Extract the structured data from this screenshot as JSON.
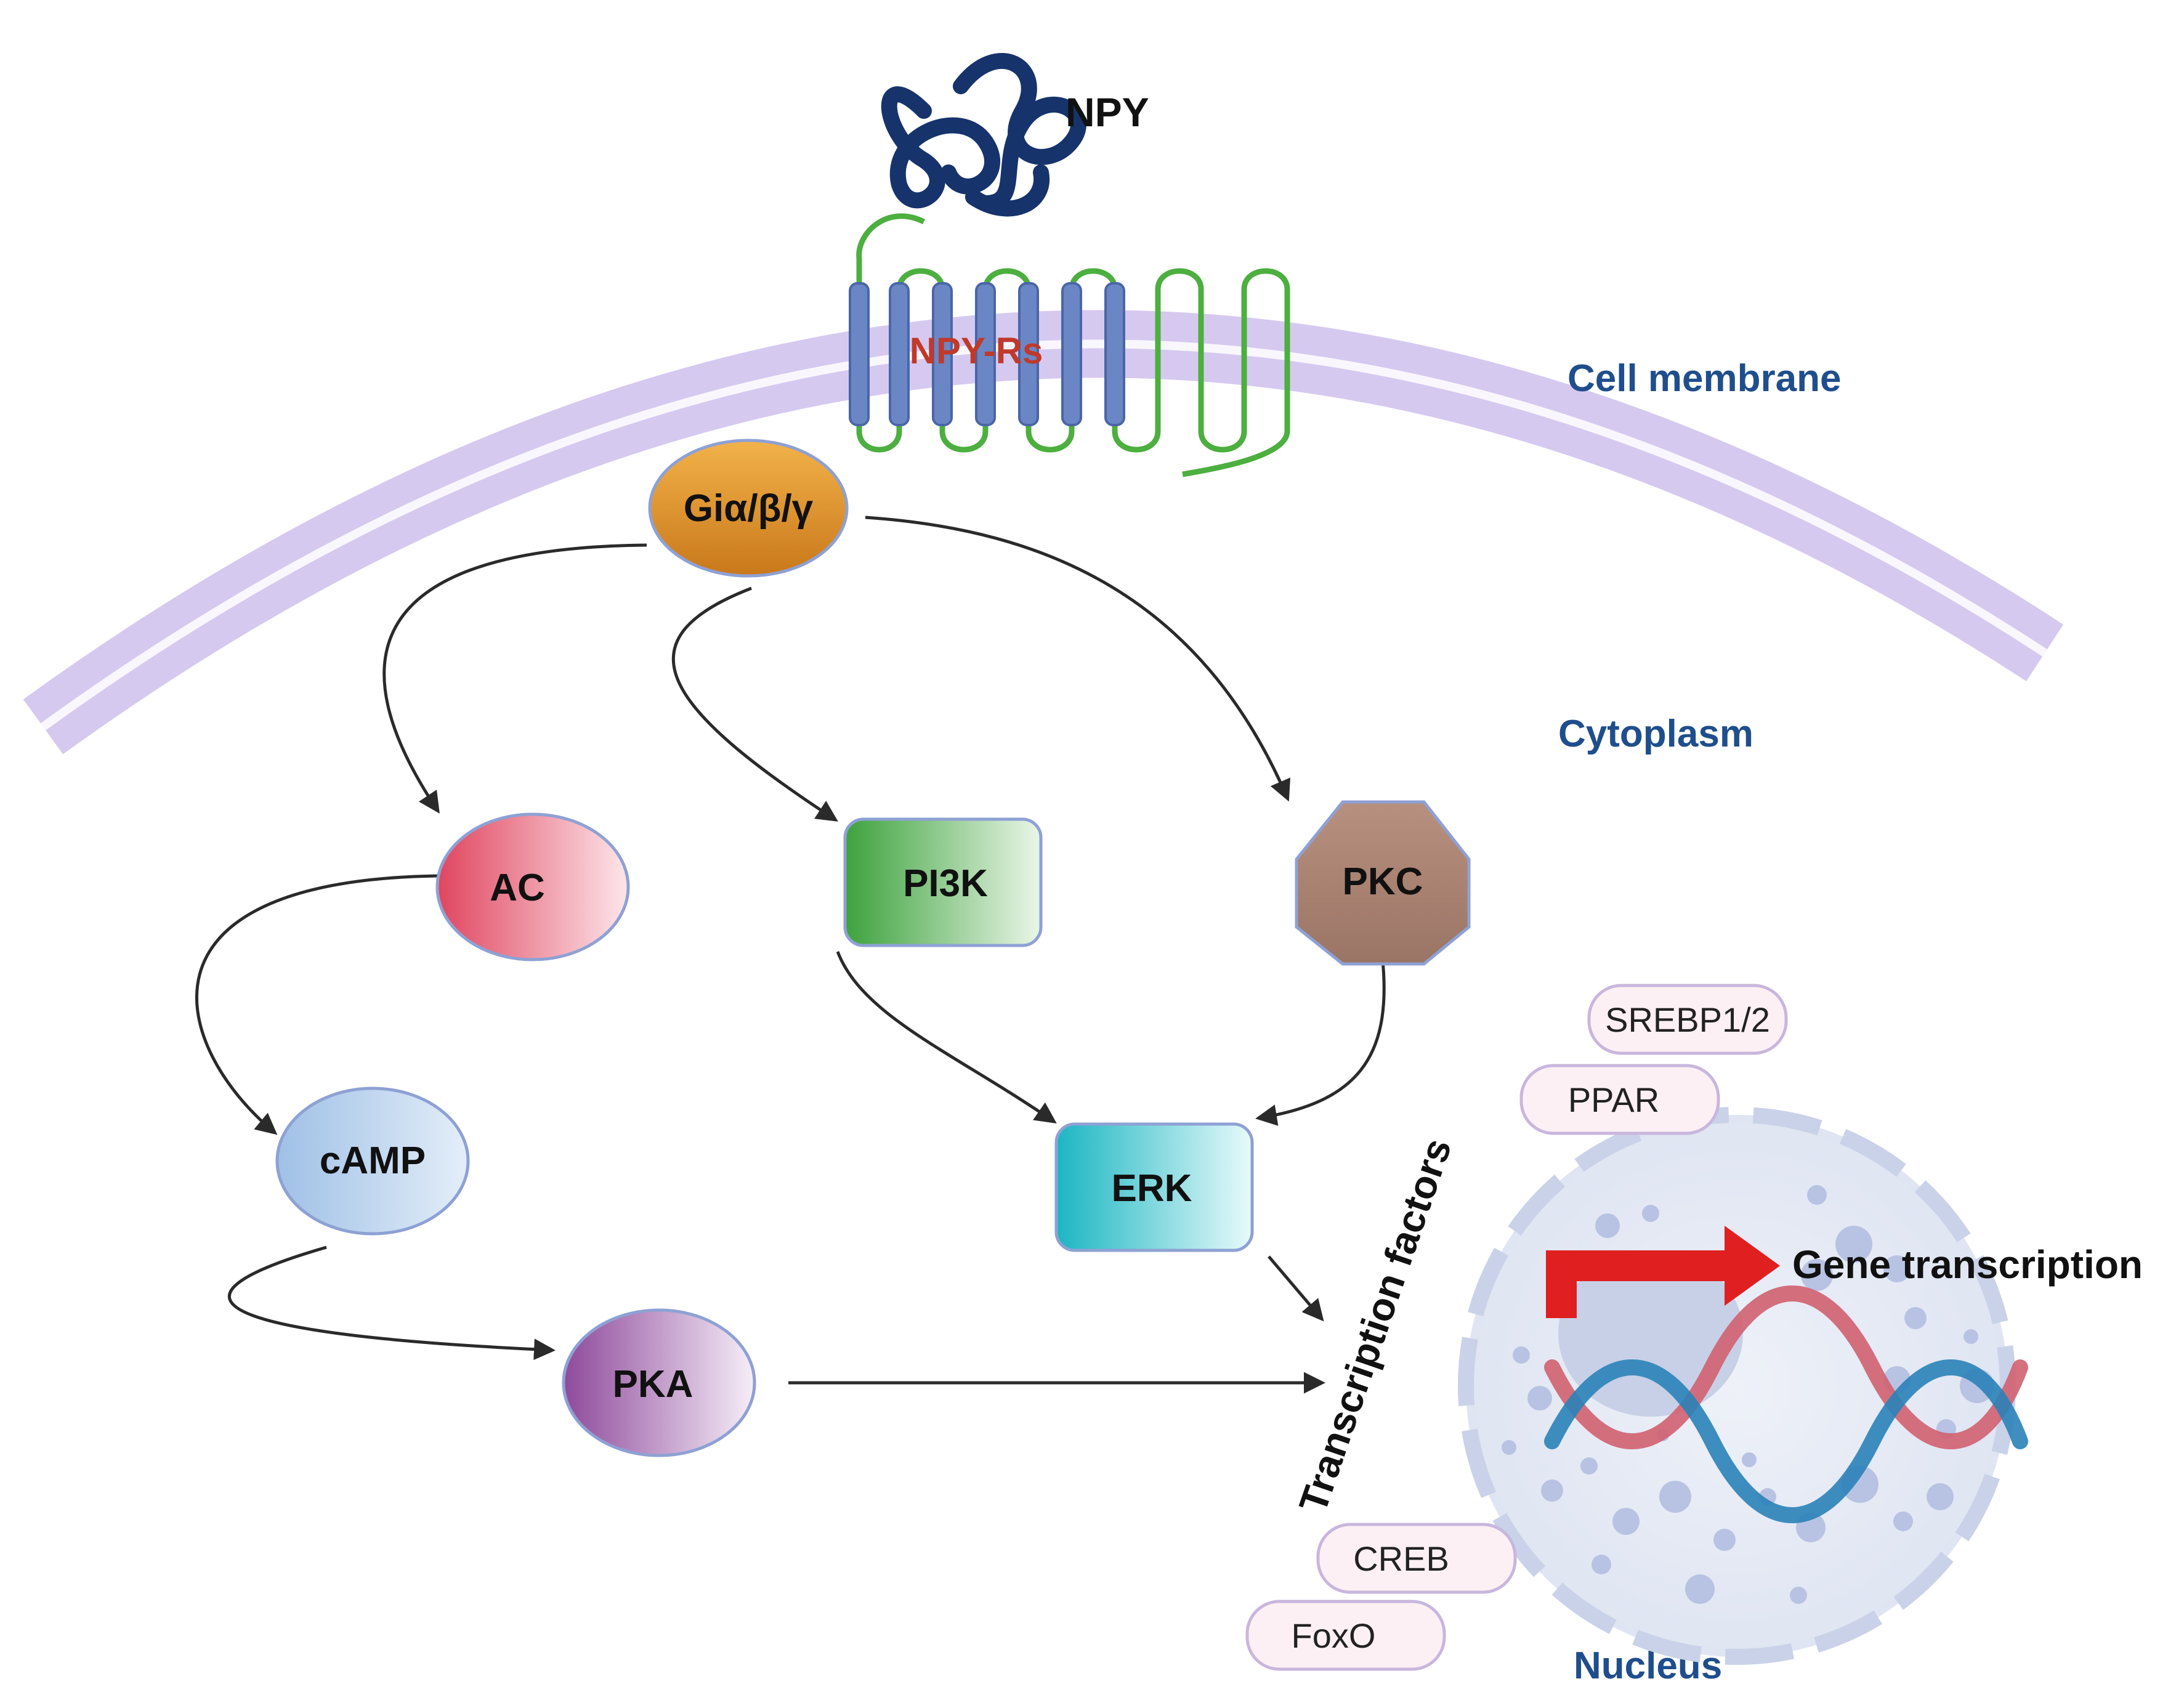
{
  "ligand": {
    "label": "NPY",
    "color": "#16336b"
  },
  "receptor": {
    "label": "NPY-Rs",
    "helix_color": "#6b86c4",
    "loop_color": "#4caf3f",
    "label_color": "#c0392b"
  },
  "regions": {
    "membrane": "Cell membrane",
    "cytoplasm": "Cytoplasm",
    "nucleus": "Nucleus",
    "color": "#1f4e8c"
  },
  "nodes": {
    "g_protein": "Giα/β/γ",
    "ac": "AC",
    "pi3k": "PI3K",
    "pkc": "PKC",
    "camp": "cAMP",
    "erk": "ERK",
    "pka": "PKA"
  },
  "transcription_factors": {
    "heading": "Transcription factors",
    "items": [
      "SREBP1/2",
      "PPAR",
      "CREB",
      "FoxO"
    ]
  },
  "gene_transcription": "Gene transcription",
  "colors": {
    "membrane": "#d6c9f0",
    "membrane_line": "#ffffff",
    "arrow": "#2a2a2a",
    "g_protein": "#d98b1f",
    "ac": "#e0455f",
    "pi3k": "#3da23d",
    "pkc": "#a07a68",
    "camp": "#a9c7e8",
    "erk": "#1bb6c2",
    "pka": "#8e4a9b",
    "tf_box": "#fdf0f4",
    "tf_border": "#c9b6dd",
    "nucleus": "#dfe5f2",
    "gene_arrow": "#e02020",
    "dna_red": "#d06070",
    "dna_blue": "#2a82b8"
  }
}
